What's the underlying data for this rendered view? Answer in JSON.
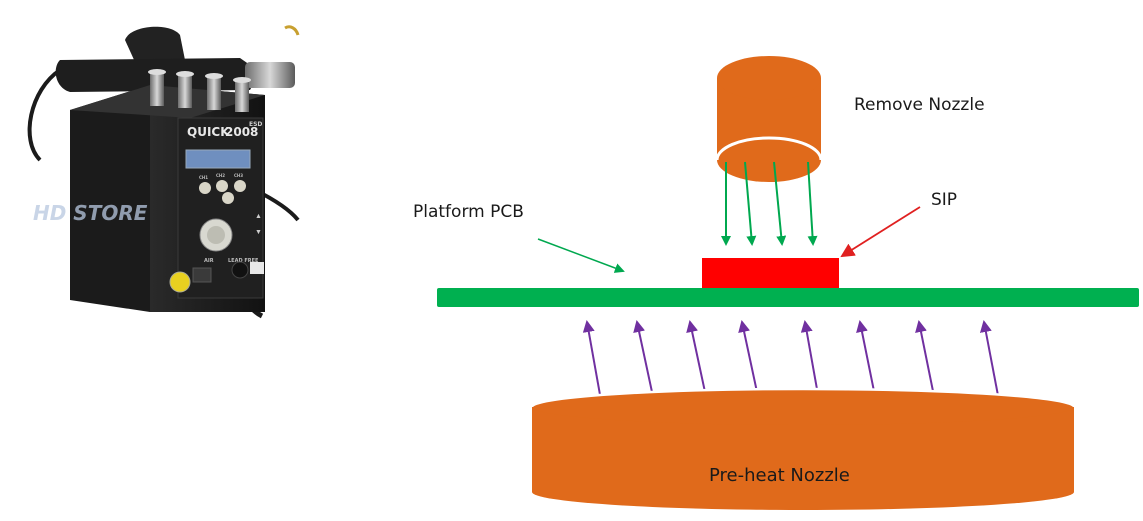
{
  "photo": {
    "brand_text": "QUICK",
    "model_text": "2008",
    "side_badge": "ESD",
    "watermark": "HD STORE",
    "panel_text": "LEAD FREE",
    "knob_text": "AIR",
    "button_labels": [
      "CH1",
      "CH2",
      "CH3"
    ]
  },
  "labels": {
    "remove_nozzle": "Remove Nozzle",
    "sip": "SIP",
    "platform_pcb": "Platform PCB",
    "preheat_nozzle": "Pre-heat Nozzle"
  },
  "colors": {
    "nozzle": "#E06A1B",
    "pcb": "#00B050",
    "sip": "#FF0000",
    "downward_arrows": "#00A84F",
    "upward_arrows": "#7030A0",
    "label_arrow_pcb": "#00A84F",
    "label_arrow_sip": "#E02020",
    "nozzle_rim": "#FFFFFF"
  },
  "arrows": {
    "downward_count": 4,
    "upward_count": 8
  }
}
